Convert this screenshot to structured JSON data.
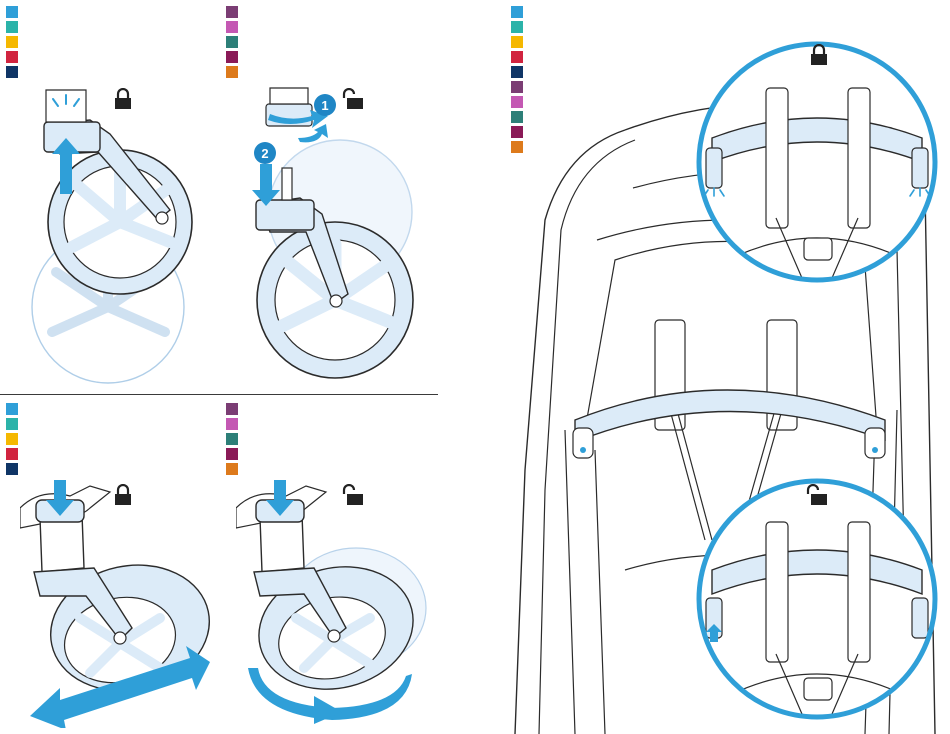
{
  "palette": {
    "blue": "#2f9fd8",
    "blue_dark": "#1f86c5",
    "blue_fill": "#dcebf8",
    "teal": "#2bb3a9",
    "yellow": "#f5b800",
    "red": "#d1243f",
    "navy": "#0f3566",
    "plum": "#7b3d74",
    "orchid": "#c458b3",
    "sea": "#2d7f78",
    "wine": "#8a1a57",
    "orange": "#dd7a1c",
    "line": "#2b2b2b"
  },
  "swatch_groups": [
    {
      "id": "group-1",
      "colors": [
        "#2f9fd8",
        "#2bb3a9",
        "#f5b800",
        "#d1243f",
        "#0f3566"
      ]
    },
    {
      "id": "group-2",
      "colors": [
        "#7b3d74",
        "#c458b3",
        "#2d7f78",
        "#8a1a57",
        "#dd7a1c"
      ]
    },
    {
      "id": "group-3",
      "colors": [
        "#2f9fd8",
        "#2bb3a9",
        "#f5b800",
        "#d1243f",
        "#0f3566"
      ]
    },
    {
      "id": "group-4",
      "colors": [
        "#7b3d74",
        "#c458b3",
        "#2d7f78",
        "#8a1a57",
        "#dd7a1c"
      ]
    },
    {
      "id": "group-5",
      "colors": [
        "#2f9fd8",
        "#2bb3a9",
        "#f5b800",
        "#d1243f",
        "#0f3566",
        "#7b3d74",
        "#c458b3",
        "#2d7f78",
        "#8a1a57",
        "#dd7a1c"
      ]
    }
  ],
  "step_badges": {
    "first": "1",
    "second": "2"
  },
  "icons": {
    "locked": "lock-closed-icon",
    "unlocked": "lock-open-icon"
  }
}
